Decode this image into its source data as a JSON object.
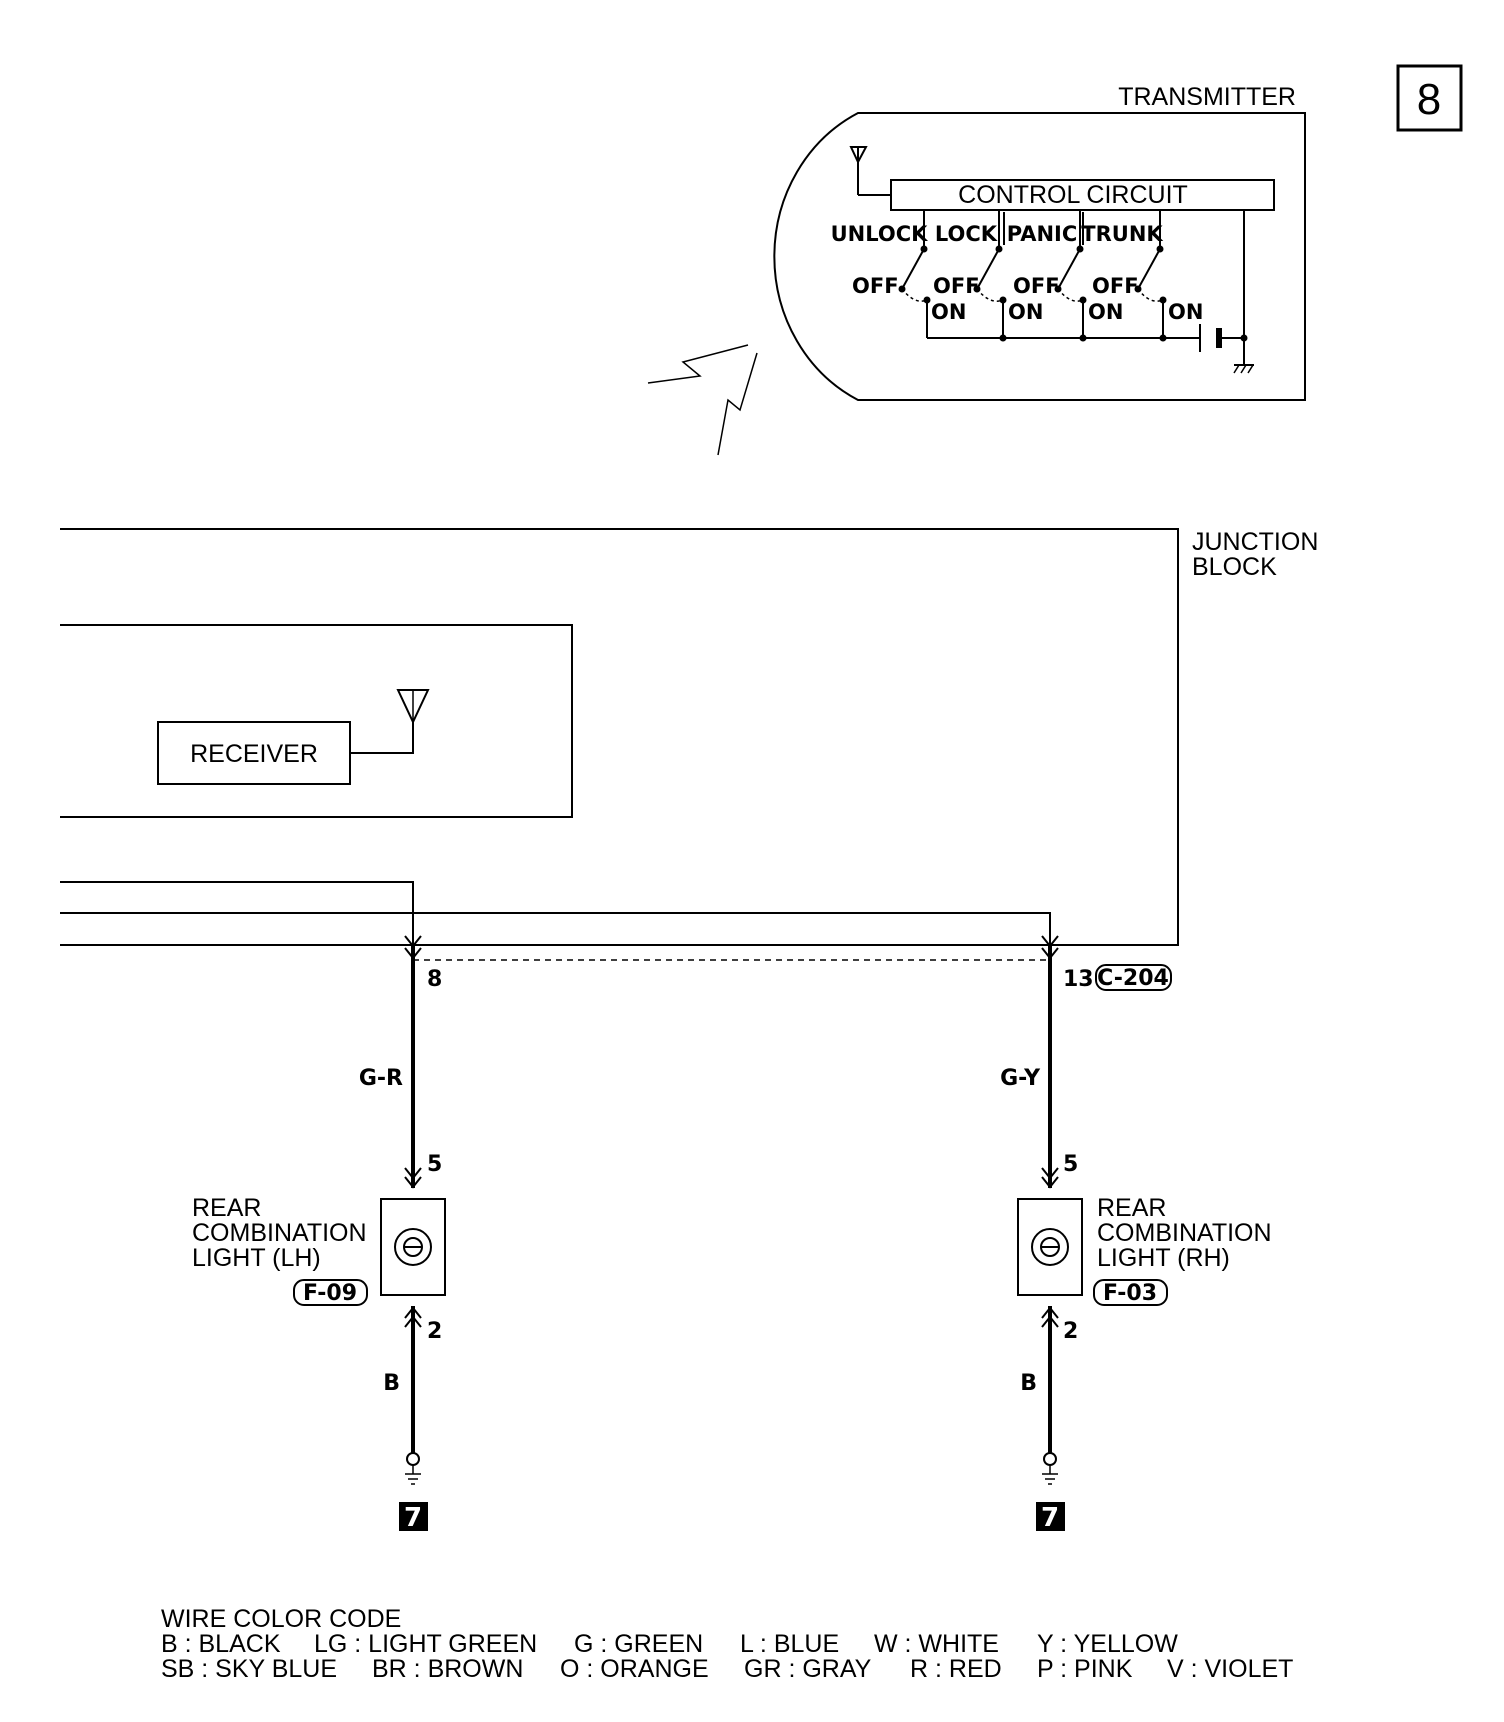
{
  "page_number": "8",
  "transmitter": {
    "title": "TRANSMITTER",
    "control_circuit": "CONTROL CIRCUIT",
    "switches": [
      "UNLOCK",
      "LOCK",
      "PANIC",
      "TRUNK"
    ],
    "off_label": "OFF",
    "on_label": "ON"
  },
  "junction_block": {
    "line1": "JUNCTION",
    "line2": "BLOCK",
    "receiver": "RECEIVER",
    "connector": "C-204"
  },
  "left_circuit": {
    "jb_pin": "8",
    "wire_color": "G-R",
    "lamp_pin_in": "5",
    "lamp_line1": "REAR",
    "lamp_line2": "COMBINATION",
    "lamp_line3": "LIGHT (LH)",
    "lamp_connector": "F-09",
    "lamp_pin_out": "2",
    "ground_wire": "B",
    "ref_box": "7"
  },
  "right_circuit": {
    "jb_pin": "13",
    "wire_color": "G-Y",
    "lamp_pin_in": "5",
    "lamp_line1": "REAR",
    "lamp_line2": "COMBINATION",
    "lamp_line3": "LIGHT (RH)",
    "lamp_connector": "F-03",
    "lamp_pin_out": "2",
    "ground_wire": "B",
    "ref_box": "7"
  },
  "wire_color_code": {
    "title": "WIRE COLOR CODE",
    "row1": [
      "B : BLACK",
      "LG : LIGHT GREEN",
      "G : GREEN",
      "L : BLUE",
      "W : WHITE",
      "Y : YELLOW"
    ],
    "row2": [
      "SB : SKY BLUE",
      "BR : BROWN",
      "O : ORANGE",
      "GR : GRAY",
      "R : RED",
      "P : PINK",
      "V : VIOLET"
    ]
  }
}
